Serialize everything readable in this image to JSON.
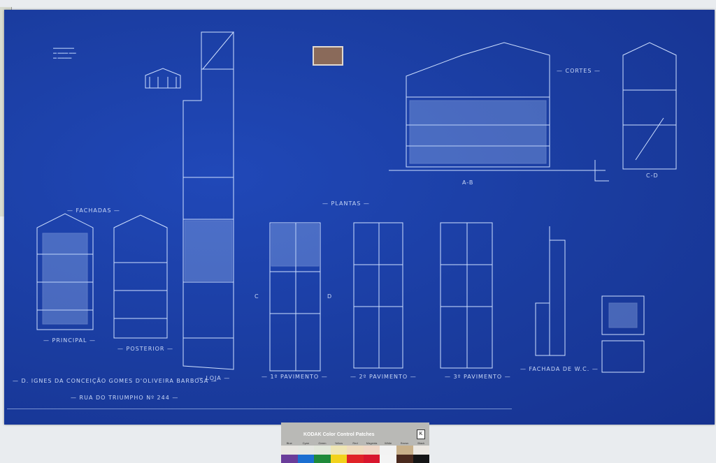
{
  "sheet": {
    "title_labels": {
      "fachadas": "FACHADAS",
      "plantas": "PLANTAS",
      "cortes": "CORTES"
    },
    "section_ab": "A-B",
    "section_cd": "C-D",
    "facade_principal": "PRINCIPAL",
    "facade_posterior": "POSTERIOR",
    "loja": "LOJA",
    "pav1": "1º PAVIMENTO",
    "pav2": "2º PAVIMENTO",
    "pav3": "3º PAVIMENTO",
    "fachada_wc": "FACHADA DE W.C.",
    "owner": "D. IGNES DA CONCEIÇÃO GOMES D'OLIVEIRA BARBOSA",
    "address": "RUA DO TRIUMPHO Nº 244",
    "cut_c": "C",
    "cut_d": "D"
  },
  "kodak": {
    "title": "KODAK Color Control Patches",
    "logo": "K",
    "patch_names": [
      "Blue",
      "Cyan",
      "Green",
      "Yellow",
      "Red",
      "Magenta",
      "White",
      "Brown",
      "Black"
    ],
    "patch_colors_top": [
      "#e9e7e2",
      "#e6e8e2",
      "#e3e8dc",
      "#efe6b4",
      "#efdcc0",
      "#f0d8c8",
      "#f3f3f3",
      "#c8b08a",
      "#ece8e2"
    ],
    "patch_colors_bottom": [
      "#6a3d9a",
      "#1b6fd1",
      "#1f8a3a",
      "#f2d21c",
      "#e02328",
      "#d8162e",
      "#f4f4f4",
      "#4a2a1e",
      "#151515"
    ]
  }
}
